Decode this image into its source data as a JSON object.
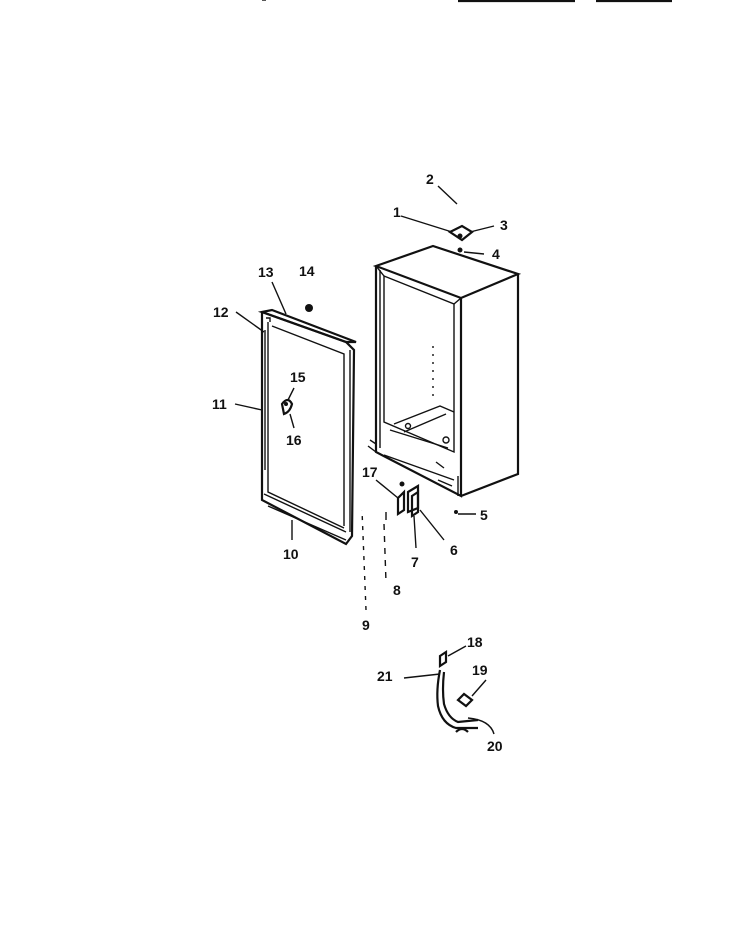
{
  "diagram": {
    "callouts": {
      "c1": "1",
      "c2": "2",
      "c3": "3",
      "c4": "4",
      "c5": "5",
      "c6": "6",
      "c7": "7",
      "c8": "8",
      "c9": "9",
      "c10": "10",
      "c11": "11",
      "c12": "12",
      "c13": "13",
      "c14": "14",
      "c15": "15",
      "c16": "16",
      "c17": "17",
      "c18": "18",
      "c19": "19",
      "c20": "20",
      "c21": "21"
    }
  }
}
